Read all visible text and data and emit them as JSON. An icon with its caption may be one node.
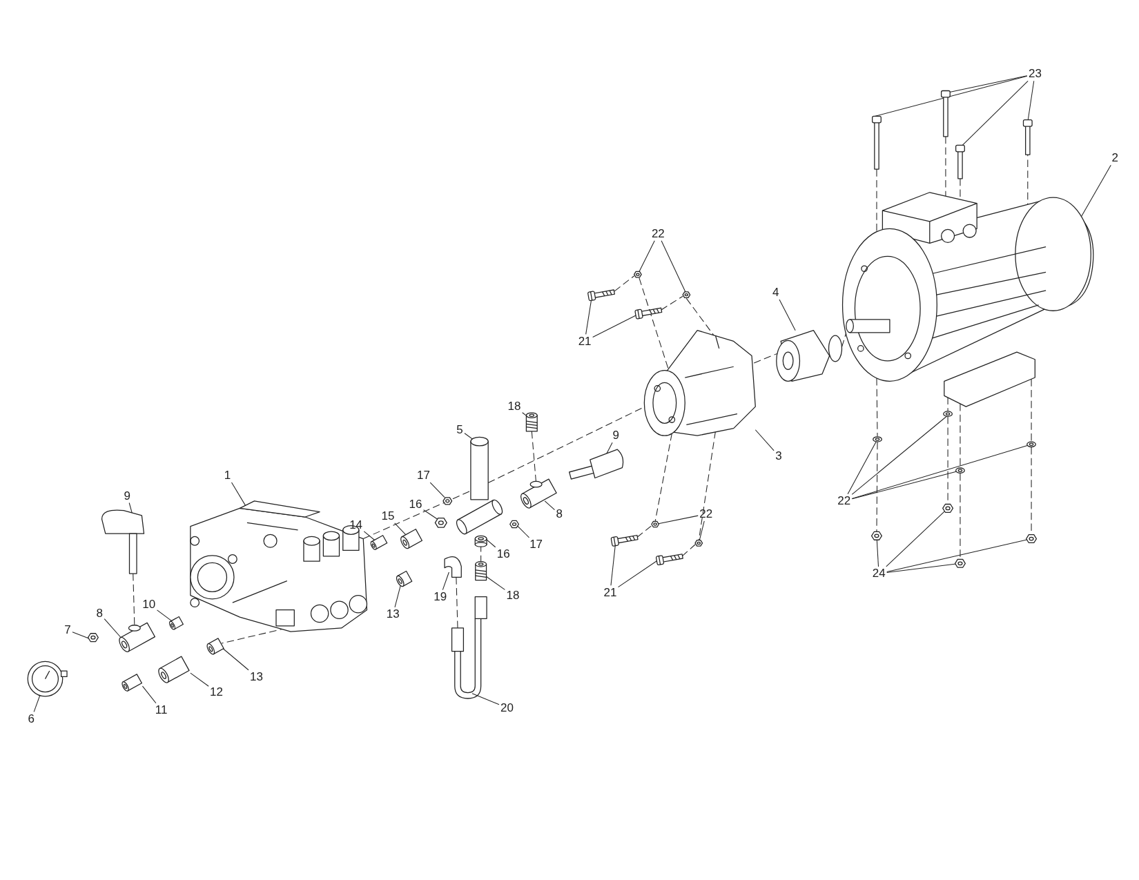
{
  "diagram": {
    "nodes": [
      {
        "text": [
          "23"
        ]
      },
      {
        "text": [
          "2"
        ]
      },
      {
        "text": [
          "22"
        ]
      },
      {
        "text": [
          "4"
        ]
      },
      {
        "text": [
          "21"
        ]
      },
      {
        "text": [
          "18"
        ]
      },
      {
        "text": [
          "5"
        ]
      },
      {
        "text": [
          "9"
        ]
      },
      {
        "text": [
          "3"
        ]
      },
      {
        "text": [
          "17"
        ]
      },
      {
        "text": [
          "1"
        ]
      },
      {
        "text": [
          "9"
        ]
      },
      {
        "text": [
          "22"
        ]
      },
      {
        "text": [
          "16"
        ]
      },
      {
        "text": [
          "22"
        ]
      },
      {
        "text": [
          "8"
        ]
      },
      {
        "text": [
          "15"
        ]
      },
      {
        "text": [
          "14"
        ]
      },
      {
        "text": [
          "17"
        ]
      },
      {
        "text": [
          "16"
        ]
      },
      {
        "text": [
          "24"
        ]
      },
      {
        "text": [
          "21"
        ]
      },
      {
        "text": [
          "18"
        ]
      },
      {
        "text": [
          "19"
        ]
      },
      {
        "text": [
          "10"
        ]
      },
      {
        "text": [
          "8"
        ]
      },
      {
        "text": [
          "13"
        ]
      },
      {
        "text": [
          "7"
        ]
      },
      {
        "text": [
          "13"
        ]
      },
      {
        "text": [
          "12"
        ]
      },
      {
        "text": [
          "11"
        ]
      },
      {
        "text": [
          "20"
        ]
      },
      {
        "text": [
          "6"
        ]
      },
      {
        "text": [],
        "shape": "picture"
      },
      {
        "text": [],
        "shape": "picture"
      },
      {
        "text": [],
        "shape": "picture"
      },
      {
        "text": [],
        "shape": "picture"
      },
      {
        "text": [],
        "shape": "picture"
      },
      {
        "text": [],
        "shape": "picture"
      },
      {
        "text": [],
        "shape": "picture"
      },
      {
        "text": [],
        "shape": "picture"
      },
      {
        "text": [],
        "shape": "picture"
      },
      {
        "text": [],
        "shape": "picture"
      },
      {
        "text": [],
        "shape": "picture"
      },
      {
        "text": [],
        "shape": "picture"
      },
      {
        "text": [],
        "shape": "picture"
      },
      {
        "text": [],
        "shape": "picture"
      },
      {
        "text": [],
        "shape": "picture"
      },
      {
        "text": [],
        "shape": "picture"
      },
      {
        "text": [],
        "shape": "picture"
      },
      {
        "text": [],
        "shape": "picture"
      },
      {
        "text": [],
        "shape": "picture"
      },
      {
        "text": [],
        "shape": "picture"
      },
      {
        "text": [],
        "shape": "picture"
      },
      {
        "text": [],
        "shape": "picture"
      },
      {
        "text": [],
        "shape": "picture"
      },
      {
        "text": [],
        "shape": "picture"
      },
      {
        "text": [],
        "shape": "picture"
      },
      {
        "text": [],
        "shape": "picture"
      },
      {
        "text": [],
        "shape": "picture"
      },
      {
        "text": [],
        "shape": "picture"
      },
      {
        "text": [],
        "shape": "picture"
      },
      {
        "text": [],
        "shape": "picture"
      },
      {
        "text": [],
        "shape": "picture"
      },
      {
        "text": [],
        "shape": "picture"
      },
      {
        "text": [],
        "shape": "picture"
      },
      {
        "text": [],
        "shape": "picture"
      },
      {
        "text": [],
        "shape": "picture"
      },
      {
        "text": [],
        "shape": "picture"
      },
      {
        "text": [],
        "shape": "picture"
      },
      {
        "text": [],
        "shape": "picture"
      },
      {
        "text": [],
        "shape": "picture"
      },
      {
        "text": [],
        "shape": "picture"
      },
      {
        "text": [],
        "shape": "picture"
      },
      {
        "text": [],
        "shape": "picture"
      },
      {
        "text": [],
        "shape": "picture"
      },
      {
        "text": [],
        "shape": "picture"
      },
      {
        "text": [],
        "shape": "picture"
      },
      {
        "text": [],
        "shape": "picture"
      }
    ],
    "edges": [
      {
        "from": 0,
        "to": 33,
        "arrow": "none"
      },
      {
        "from": 0,
        "to": 34,
        "arrow": "none"
      },
      {
        "from": 0,
        "to": 35,
        "arrow": "none"
      },
      {
        "from": 0,
        "to": 36,
        "arrow": "none"
      },
      {
        "from": 1,
        "to": 37,
        "arrow": "none"
      },
      {
        "from": 2,
        "to": 38,
        "arrow": "none"
      },
      {
        "from": 2,
        "to": 39,
        "arrow": "none"
      },
      {
        "from": 3,
        "to": 40,
        "arrow": "none"
      },
      {
        "from": 4,
        "to": 41,
        "arrow": "none"
      },
      {
        "from": 4,
        "to": 42,
        "arrow": "none"
      },
      {
        "from": 5,
        "to": 43,
        "arrow": "none"
      },
      {
        "from": 6,
        "to": 44,
        "arrow": "none"
      },
      {
        "from": 7,
        "to": 45,
        "arrow": "none"
      },
      {
        "from": 8,
        "to": 46,
        "arrow": "none"
      },
      {
        "from": 9,
        "to": 47,
        "arrow": "none"
      },
      {
        "from": 10,
        "to": 48,
        "arrow": "none"
      },
      {
        "from": 11,
        "to": 49,
        "arrow": "none"
      },
      {
        "from": 12,
        "to": 50,
        "arrow": "none"
      },
      {
        "from": 12,
        "to": 51,
        "arrow": "none"
      },
      {
        "from": 12,
        "to": 52,
        "arrow": "none"
      },
      {
        "from": 12,
        "to": 53,
        "arrow": "none"
      },
      {
        "from": 13,
        "to": 54,
        "arrow": "none"
      },
      {
        "from": 14,
        "to": 55,
        "arrow": "none"
      },
      {
        "from": 14,
        "to": 56,
        "arrow": "none"
      },
      {
        "from": 15,
        "to": 57,
        "arrow": "none"
      },
      {
        "from": 16,
        "to": 58,
        "arrow": "none"
      },
      {
        "from": 17,
        "to": 59,
        "arrow": "none"
      },
      {
        "from": 18,
        "to": 60,
        "arrow": "none"
      },
      {
        "from": 19,
        "to": 61,
        "arrow": "none"
      },
      {
        "from": 20,
        "to": 62,
        "arrow": "none"
      },
      {
        "from": 20,
        "to": 63,
        "arrow": "none"
      },
      {
        "from": 20,
        "to": 64,
        "arrow": "none"
      },
      {
        "from": 20,
        "to": 65,
        "arrow": "none"
      },
      {
        "from": 21,
        "to": 66,
        "arrow": "none"
      },
      {
        "from": 21,
        "to": 67,
        "arrow": "none"
      },
      {
        "from": 22,
        "to": 68,
        "arrow": "none"
      },
      {
        "from": 23,
        "to": 69,
        "arrow": "none"
      },
      {
        "from": 24,
        "to": 70,
        "arrow": "none"
      },
      {
        "from": 25,
        "to": 71,
        "arrow": "none"
      },
      {
        "from": 26,
        "to": 72,
        "arrow": "none"
      },
      {
        "from": 27,
        "to": 73,
        "arrow": "none"
      },
      {
        "from": 28,
        "to": 74,
        "arrow": "none"
      },
      {
        "from": 29,
        "to": 75,
        "arrow": "none"
      },
      {
        "from": 30,
        "to": 76,
        "arrow": "none"
      },
      {
        "from": 31,
        "to": 77,
        "arrow": "none"
      },
      {
        "from": 32,
        "to": 78,
        "arrow": "none"
      },
      {
        "from": 48,
        "to": 44,
        "arrow": "none",
        "style": "dashed"
      },
      {
        "from": 44,
        "to": 46,
        "arrow": "none",
        "style": "dashed"
      },
      {
        "from": 48,
        "to": 74,
        "arrow": "none",
        "style": "dashed"
      },
      {
        "from": 49,
        "to": 71,
        "arrow": "none",
        "style": "dashed"
      },
      {
        "from": 43,
        "to": 57,
        "arrow": "none",
        "style": "dashed"
      },
      {
        "from": 46,
        "to": 40,
        "arrow": "none",
        "style": "dashed"
      },
      {
        "from": 40,
        "to": 37,
        "arrow": "none",
        "style": "dashed"
      },
      {
        "from": 41,
        "to": 38,
        "arrow": "none",
        "style": "dashed"
      },
      {
        "from": 42,
        "to": 39,
        "arrow": "none",
        "style": "dashed"
      },
      {
        "from": 38,
        "to": 46,
        "arrow": "none",
        "style": "dashed"
      },
      {
        "from": 46,
        "to": 55,
        "arrow": "none",
        "style": "dashed"
      },
      {
        "from": 39,
        "to": 46,
        "arrow": "none",
        "style": "dashed"
      },
      {
        "from": 46,
        "to": 56,
        "arrow": "none",
        "style": "dashed"
      },
      {
        "from": 66,
        "to": 55,
        "arrow": "none",
        "style": "dashed"
      },
      {
        "from": 67,
        "to": 56,
        "arrow": "none",
        "style": "dashed"
      },
      {
        "from": 33,
        "to": 37,
        "arrow": "none",
        "style": "dashed"
      },
      {
        "from": 37,
        "to": 50,
        "arrow": "none",
        "style": "dashed"
      },
      {
        "from": 50,
        "to": 62,
        "arrow": "none",
        "style": "dashed"
      },
      {
        "from": 34,
        "to": 37,
        "arrow": "none",
        "style": "dashed"
      },
      {
        "from": 37,
        "to": 51,
        "arrow": "none",
        "style": "dashed"
      },
      {
        "from": 51,
        "to": 63,
        "arrow": "none",
        "style": "dashed"
      },
      {
        "from": 35,
        "to": 37,
        "arrow": "none",
        "style": "dashed"
      },
      {
        "from": 37,
        "to": 52,
        "arrow": "none",
        "style": "dashed"
      },
      {
        "from": 52,
        "to": 64,
        "arrow": "none",
        "style": "dashed"
      },
      {
        "from": 36,
        "to": 37,
        "arrow": "none",
        "style": "dashed"
      },
      {
        "from": 37,
        "to": 53,
        "arrow": "none",
        "style": "dashed"
      },
      {
        "from": 53,
        "to": 65,
        "arrow": "none",
        "style": "dashed"
      },
      {
        "from": 69,
        "to": 77,
        "arrow": "none",
        "style": "dashed"
      },
      {
        "from": 61,
        "to": 68,
        "arrow": "none",
        "style": "dashed"
      }
    ]
  }
}
